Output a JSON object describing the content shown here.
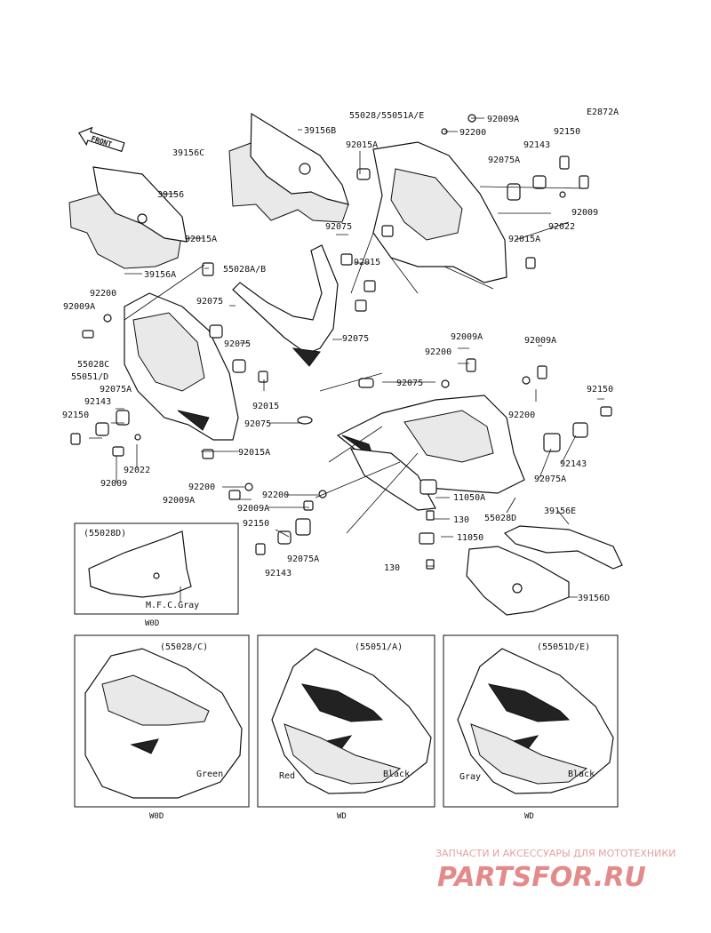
{
  "diagram_code": "E2872A",
  "front_label": "FRONT",
  "part_labels": {
    "p55028_55051AE": "55028/55051A/E",
    "p92009A_top": "92009A",
    "p92200_top": "92200",
    "p39156B": "39156B",
    "p92015A_top": "92015A",
    "p92143_top": "92143",
    "p92150_top": "92150",
    "p39156C": "39156C",
    "p92075A_top": "92075A",
    "p39156": "39156",
    "p92009_top": "92009",
    "p92022_top": "92022",
    "p92075_a": "92075",
    "p92015A_right": "92015A",
    "p92015A_left": "92015A",
    "p92015_mid": "92015",
    "p39156A": "39156A",
    "p55028AB": "55028A/B",
    "p92200_left": "92200",
    "p92009A_left": "92009A",
    "p92075_b": "92075",
    "p92075_c": "92075",
    "p92075_d": "92075",
    "p55028C": "55028C",
    "p55051D": "55051/D",
    "p92075A_left": "92075A",
    "p92143_left": "92143",
    "p92150_left": "92150",
    "p92015_low": "92015",
    "p92075_e": "92075",
    "p92022_left": "92022",
    "p92009_left": "92009",
    "p92015A_low": "92015A",
    "p92009A_right": "92009A",
    "p92009A_mid": "92009A",
    "p92200_mid": "92200",
    "p92075_f": "92075",
    "p92150_right": "92150",
    "p92200_right": "92200",
    "p92143_right": "92143",
    "p92075A_right": "92075A",
    "p92200_low1": "92200",
    "p92009A_low": "92009A",
    "p92200_low2": "92200",
    "p92009A_low2": "92009A",
    "p11050A": "11050A",
    "p130_a": "130",
    "p55028D": "55028D",
    "p39156E": "39156E",
    "p92150_low": "92150",
    "p11050": "11050",
    "p92075A_low": "92075A",
    "p92143_low": "92143",
    "p130_b": "130",
    "p39156D": "39156D"
  },
  "inset_small": {
    "code": "(55028D)",
    "color": "M.F.C.Gray",
    "model": "W0D"
  },
  "insets": [
    {
      "code": "(55028/C)",
      "colors": [
        "Green"
      ],
      "model": "W0D"
    },
    {
      "code": "(55051/A)",
      "colors": [
        "Red",
        "Black"
      ],
      "model": "WD"
    },
    {
      "code": "(55051D/E)",
      "colors": [
        "Gray",
        "Black"
      ],
      "model": "WD"
    }
  ],
  "watermark": {
    "tagline": "ЗАПЧАСТИ И АКСЕССУАРЫ ДЛЯ МОТОТЕХНИКИ",
    "brand": "PARTSFOR.RU"
  }
}
